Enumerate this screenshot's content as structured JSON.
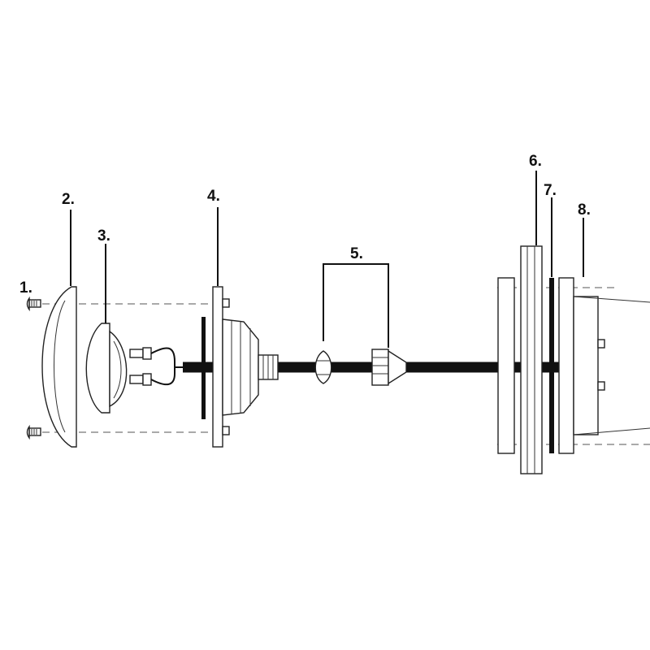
{
  "diagram": {
    "kind": "exploded-assembly",
    "callouts": [
      {
        "id": "1",
        "text": "1."
      },
      {
        "id": "2",
        "text": "2."
      },
      {
        "id": "3",
        "text": "3."
      },
      {
        "id": "4",
        "text": "4."
      },
      {
        "id": "5",
        "text": "5."
      },
      {
        "id": "6",
        "text": "6."
      },
      {
        "id": "7",
        "text": "7."
      },
      {
        "id": "8",
        "text": "8."
      }
    ],
    "colors": {
      "line": "#222222",
      "cable": "#111111",
      "background": "#ffffff"
    }
  }
}
